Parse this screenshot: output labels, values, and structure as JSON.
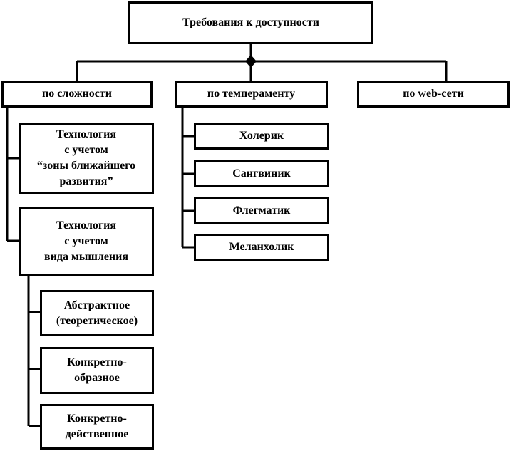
{
  "root": {
    "label": "Требования к доступности"
  },
  "categories": [
    {
      "label": "по сложности"
    },
    {
      "label": "по темпераменту"
    },
    {
      "label": "по web-сети"
    }
  ],
  "complexity_items": [
    {
      "label": "Технология\nс учетом\n“зоны ближайшего\nразвития”"
    },
    {
      "label": "Технология\nс учетом\nвида мышления"
    }
  ],
  "thinking_types": [
    {
      "label": "Абстрактное\n(теоретическое)"
    },
    {
      "label": "Конкретно-\nобразное"
    },
    {
      "label": "Конкретно-\nдейственное"
    }
  ],
  "temperaments": [
    {
      "label": "Холерик"
    },
    {
      "label": "Сангвиник"
    },
    {
      "label": "Флегматик"
    },
    {
      "label": "Меланхолик"
    }
  ]
}
